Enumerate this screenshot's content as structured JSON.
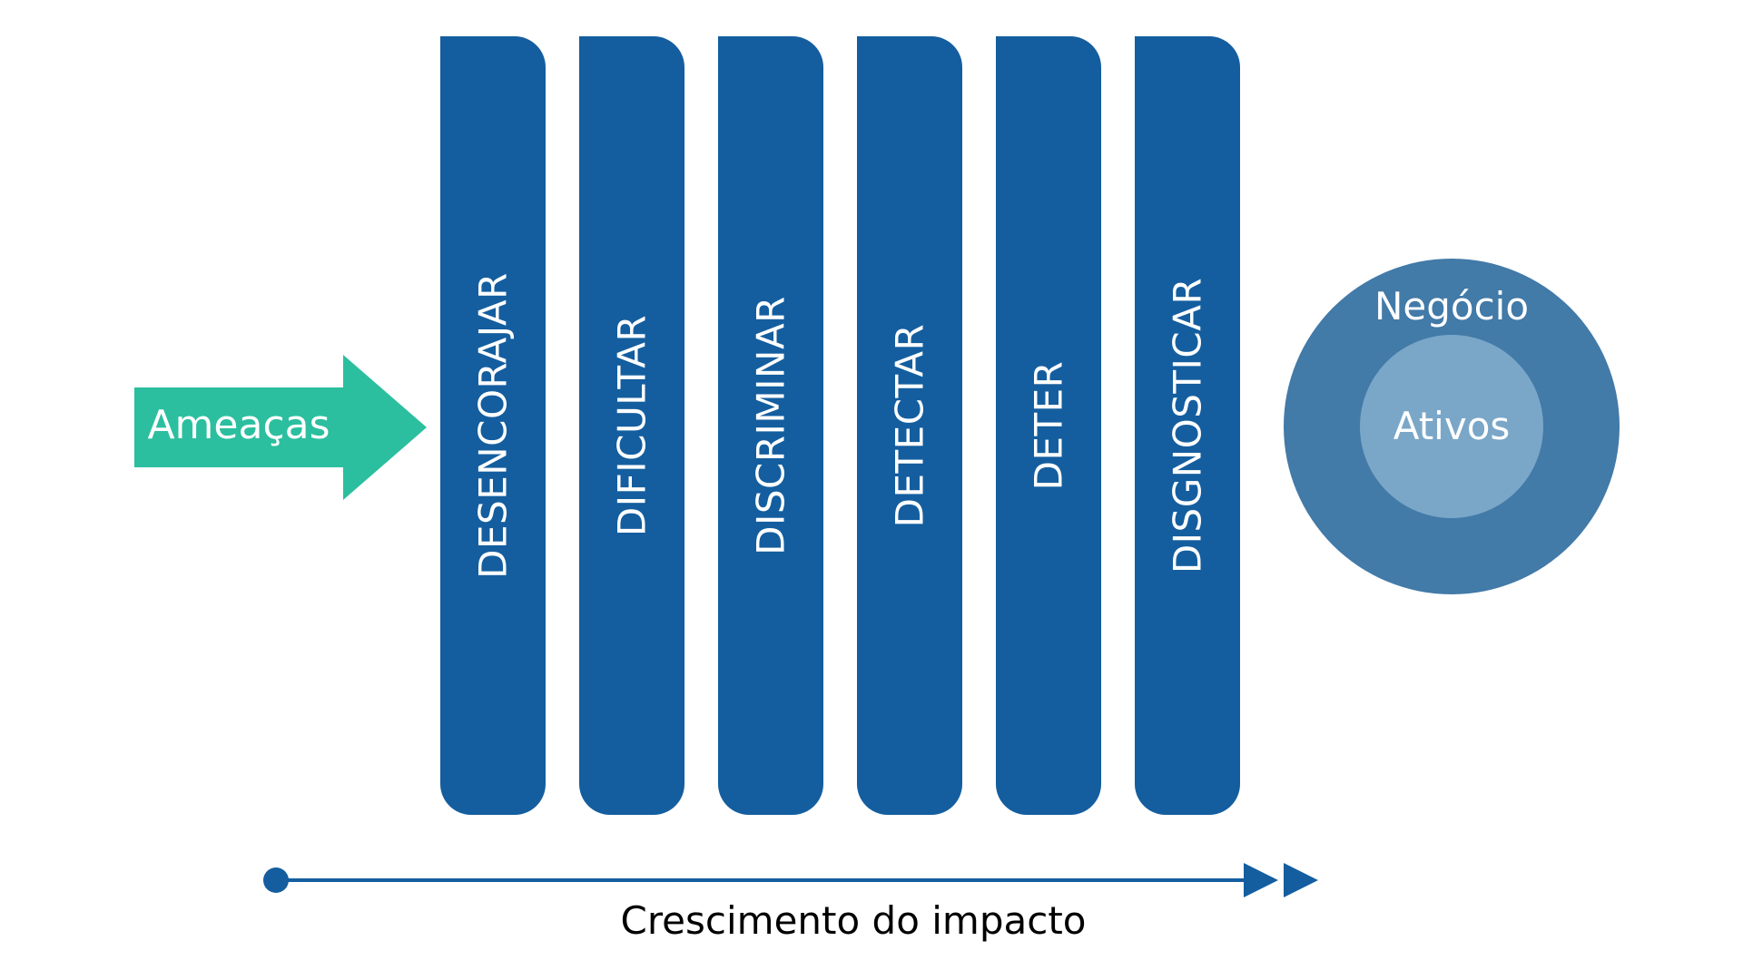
{
  "threat": {
    "label": "Ameaças",
    "color": "#2bbf9f"
  },
  "layers": [
    {
      "label": "DESENCORAJAR"
    },
    {
      "label": "DIFICULTAR"
    },
    {
      "label": "DISCRIMINAR"
    },
    {
      "label": "DETECTAR"
    },
    {
      "label": "DETER"
    },
    {
      "label": "DISGNOSTICAR"
    }
  ],
  "layer_color": "#145e9f",
  "business": {
    "outer_label": "Negócio",
    "inner_label": "Ativos",
    "outer_color": "#427aa8",
    "inner_color": "#7aa7c8"
  },
  "impact_axis": {
    "label": "Crescimento do impacto",
    "color": "#145e9f"
  }
}
